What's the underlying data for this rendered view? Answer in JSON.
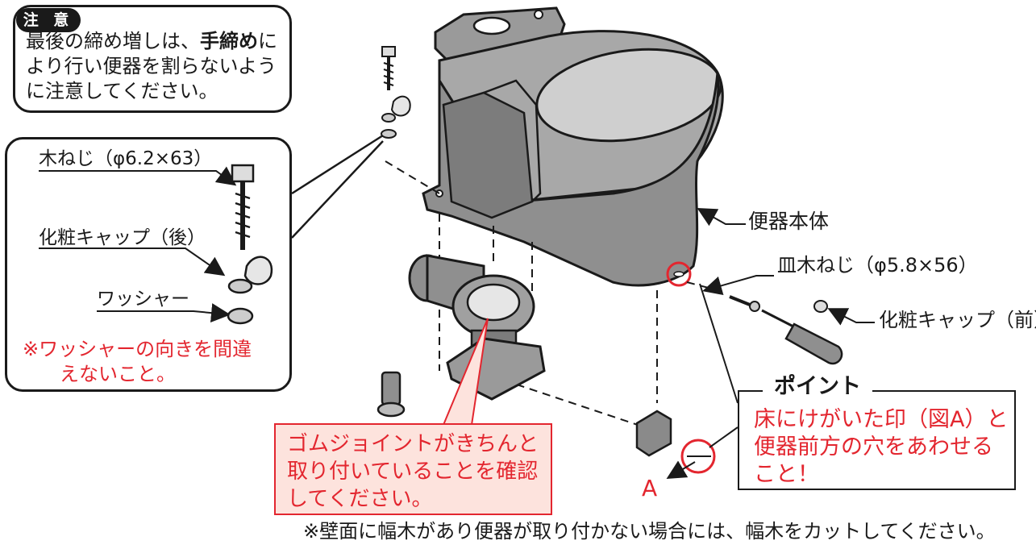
{
  "caution": {
    "badge": "注 意",
    "line1_pre": "最後の締め増しは、",
    "line1_bold": "手締め",
    "line1_post": "に",
    "line2": "より行い便器を割らないよう",
    "line3": "に注意してください。"
  },
  "detail": {
    "wood_screw": "木ねじ（φ6.2×63）",
    "rear_cap": "化粧キャップ（後）",
    "washer": "ワッシャー",
    "note_line1": "※ワッシャーの向きを間違",
    "note_line2": "えないこと。"
  },
  "labels": {
    "toilet_body": "便器本体",
    "flat_screw": "皿木ねじ（φ5.8×56）",
    "front_cap": "化粧キャップ（前）",
    "mark_a": "A"
  },
  "gasket_callout": {
    "line1": "ゴムジョイントがきちんと",
    "line2": "取り付いていることを確認",
    "line3": "してください。"
  },
  "point": {
    "title": "ポイント",
    "line1": "床にけがいた印（図A）と",
    "line2": "便器前方の穴をあわせる",
    "line3": "こと！"
  },
  "footer": "※壁面に幅木があり便器が取り付かない場合には、幅木をカットしてください。",
  "colors": {
    "accent_red": "#e3262f",
    "callout_fill": "#fde3dd",
    "line": "#1a1a1a",
    "toilet_gray": "#8f8f8f"
  }
}
